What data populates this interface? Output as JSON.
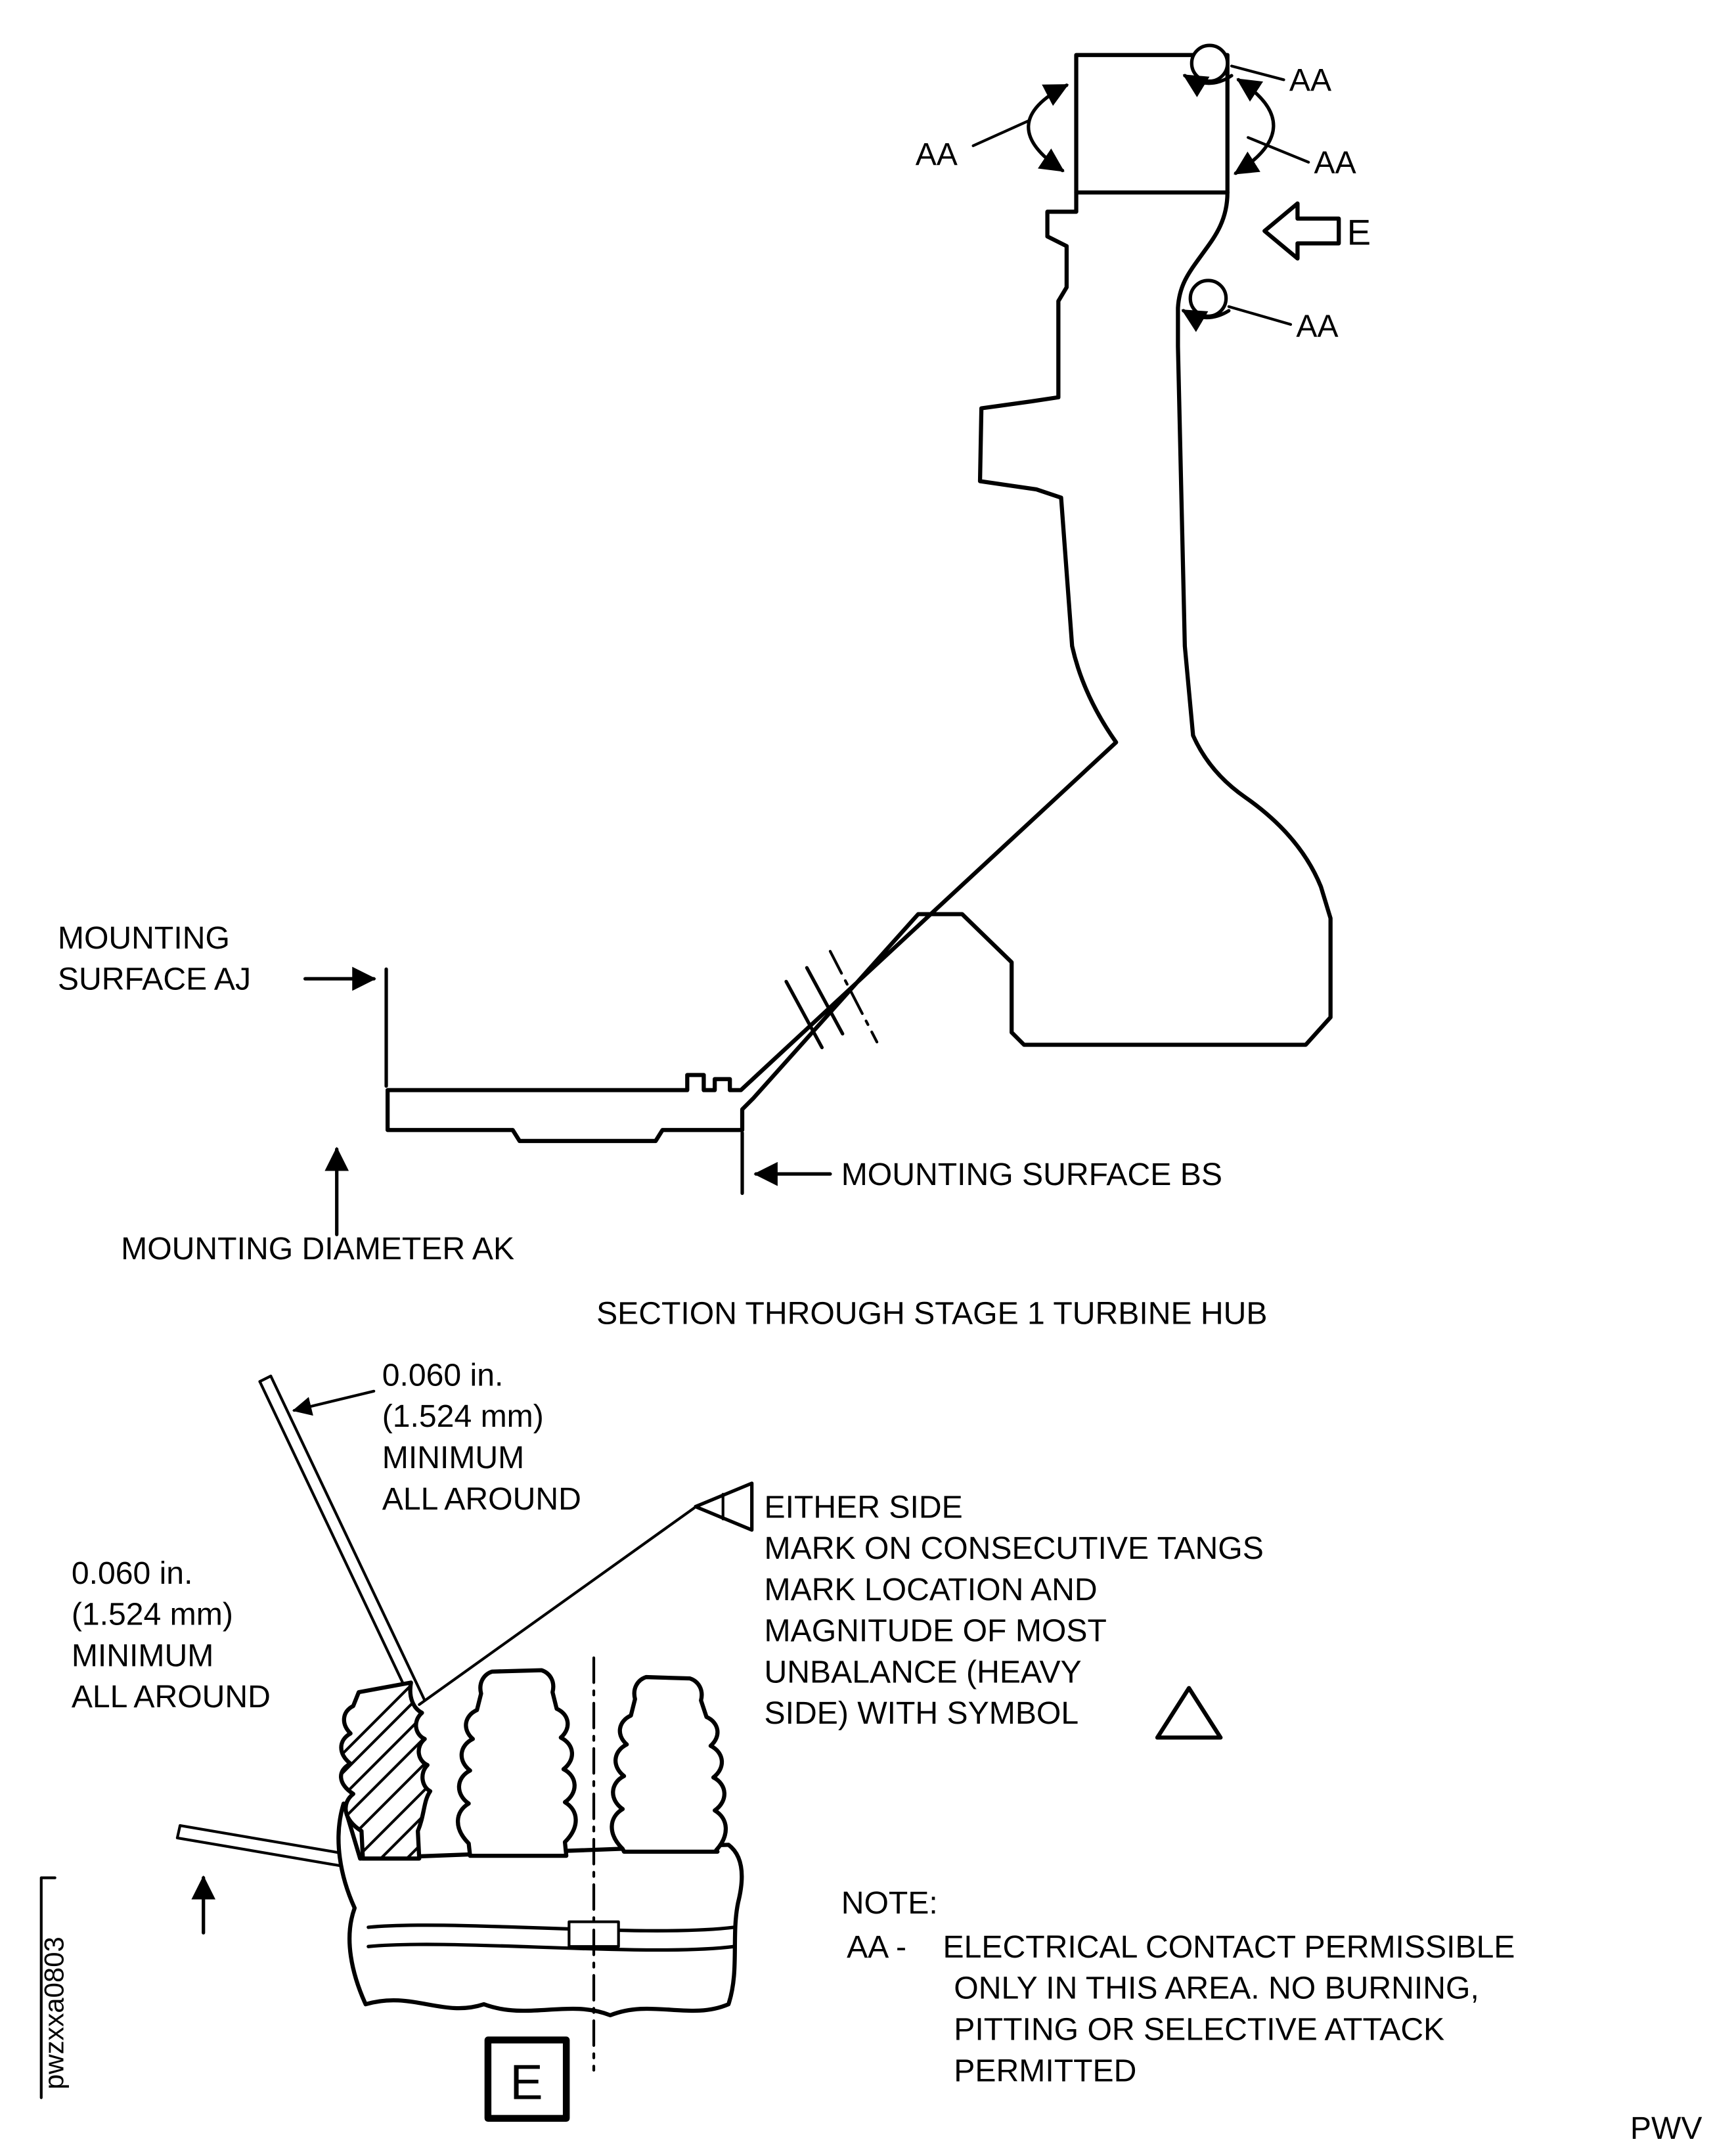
{
  "page": {
    "background": "#ffffff",
    "ink": "#000000"
  },
  "callouts": {
    "aa": "AA",
    "view_arrow_letter": "E",
    "mounting_surface_aj_line1": "MOUNTING",
    "mounting_surface_aj_line2": "SURFACE AJ",
    "mounting_surface_bs": "MOUNTING SURFACE BS",
    "mounting_diameter_ak": "MOUNTING DIAMETER AK"
  },
  "caption": "SECTION THROUGH STAGE 1 TURBINE HUB",
  "clearance_note": {
    "l1": "0.060 in.",
    "l2": "(1.524 mm)",
    "l3": "MINIMUM",
    "l4": "ALL AROUND"
  },
  "flag_note": {
    "l1": "EITHER SIDE",
    "l2": "MARK ON CONSECUTIVE TANGS",
    "l3": "MARK LOCATION AND",
    "l4": "MAGNITUDE OF MOST",
    "l5": "UNBALANCE (HEAVY",
    "l6": "SIDE) WITH SYMBOL"
  },
  "view_box_letter": "E",
  "note": {
    "heading": "NOTE:",
    "prefix": "AA -",
    "l1": "ELECTRICAL CONTACT PERMISSIBLE",
    "l2": "ONLY IN THIS AREA. NO BURNING,",
    "l3": "PITTING OR SELECTIVE ATTACK",
    "l4": "PERMITTED"
  },
  "figure_id": "pwzxxa0803",
  "publisher_code": "PWV"
}
